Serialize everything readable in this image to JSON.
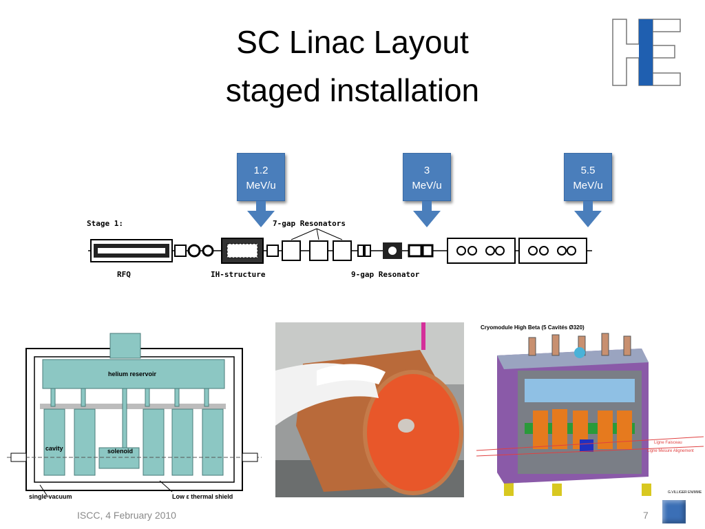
{
  "slide": {
    "title_line1": "SC Linac Layout",
    "title_line2": "staged installation"
  },
  "callouts": [
    {
      "value": "1.2",
      "unit": "MeV/u"
    },
    {
      "value": "3",
      "unit": "MeV/u"
    },
    {
      "value": "5.5",
      "unit": "MeV/u"
    }
  ],
  "linac": {
    "stage_label": "Stage 1:",
    "rfq_label": "RFQ",
    "ih_label": "IH-structure",
    "seven_gap_label": "7-gap Resonators",
    "nine_gap_label": "9-gap Resonator"
  },
  "cryostat": {
    "reservoir_label": "helium reservoir",
    "cavity_label": "cavity",
    "solenoid_label": "solenoid",
    "vacuum_label": "single vacuum",
    "shield_label": "Low ε thermal shield"
  },
  "cryomodule": {
    "title": "Cryomodule High Beta (5 Cavités Ø320)",
    "line1_label": "Ligne Faisceau",
    "line2_label": "Ligne Mesure Alignement",
    "credit": "G.VILLIGER  EN/MME"
  },
  "footer": {
    "left": "ISCC, 4 February 2010",
    "page": "7"
  },
  "colors": {
    "accent": "#4a7ebb",
    "cavity_fill": "#8cc7c3",
    "copper": "#d9803a",
    "cryo_purple": "#8a5aa8"
  }
}
